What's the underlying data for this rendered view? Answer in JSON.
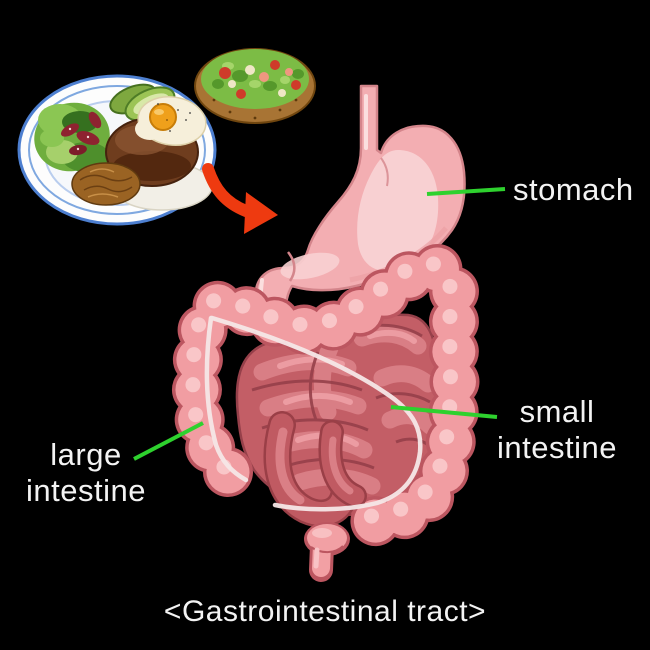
{
  "scene": {
    "caption": "<Gastrointestinal tract>"
  },
  "labels": {
    "stomach": "stomach",
    "small_intestine": [
      "small",
      "intestine"
    ],
    "large_intestine": [
      "large",
      "intestine"
    ]
  },
  "colors": {
    "background": "#000000",
    "label_text": "#f3f3f3",
    "leader_line": "#2ed12e",
    "arrow_red": "#ee3a10",
    "stomach_pink": "#f3aeb2",
    "large_intestine_pink": "#f19da2",
    "small_intestine_red": "#c35e66",
    "plate_rim_blue": "#4d7fd0"
  },
  "illustrations": {
    "meal_plate": "plate with salad, avocado, rice, hamburger steak and fried egg",
    "salad_bowl": "bowl of salad",
    "arrow": "red curved arrow from food toward stomach",
    "gi_tract": "cartoon gastrointestinal tract"
  }
}
